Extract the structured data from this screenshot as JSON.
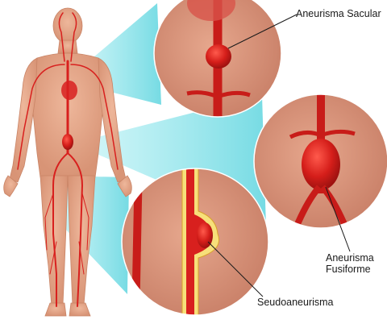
{
  "labels": {
    "sacular": "Aneurisma Sacular",
    "fusiforme_line1": "Aneurisma",
    "fusiforme_line2": "Fusiforme",
    "seudo": "Seudoaneurisma"
  },
  "colors": {
    "skin": "#e8a889",
    "artery": "#d8201e",
    "callout": "#7fe3ea",
    "circle_bg": "#dc9a80"
  }
}
